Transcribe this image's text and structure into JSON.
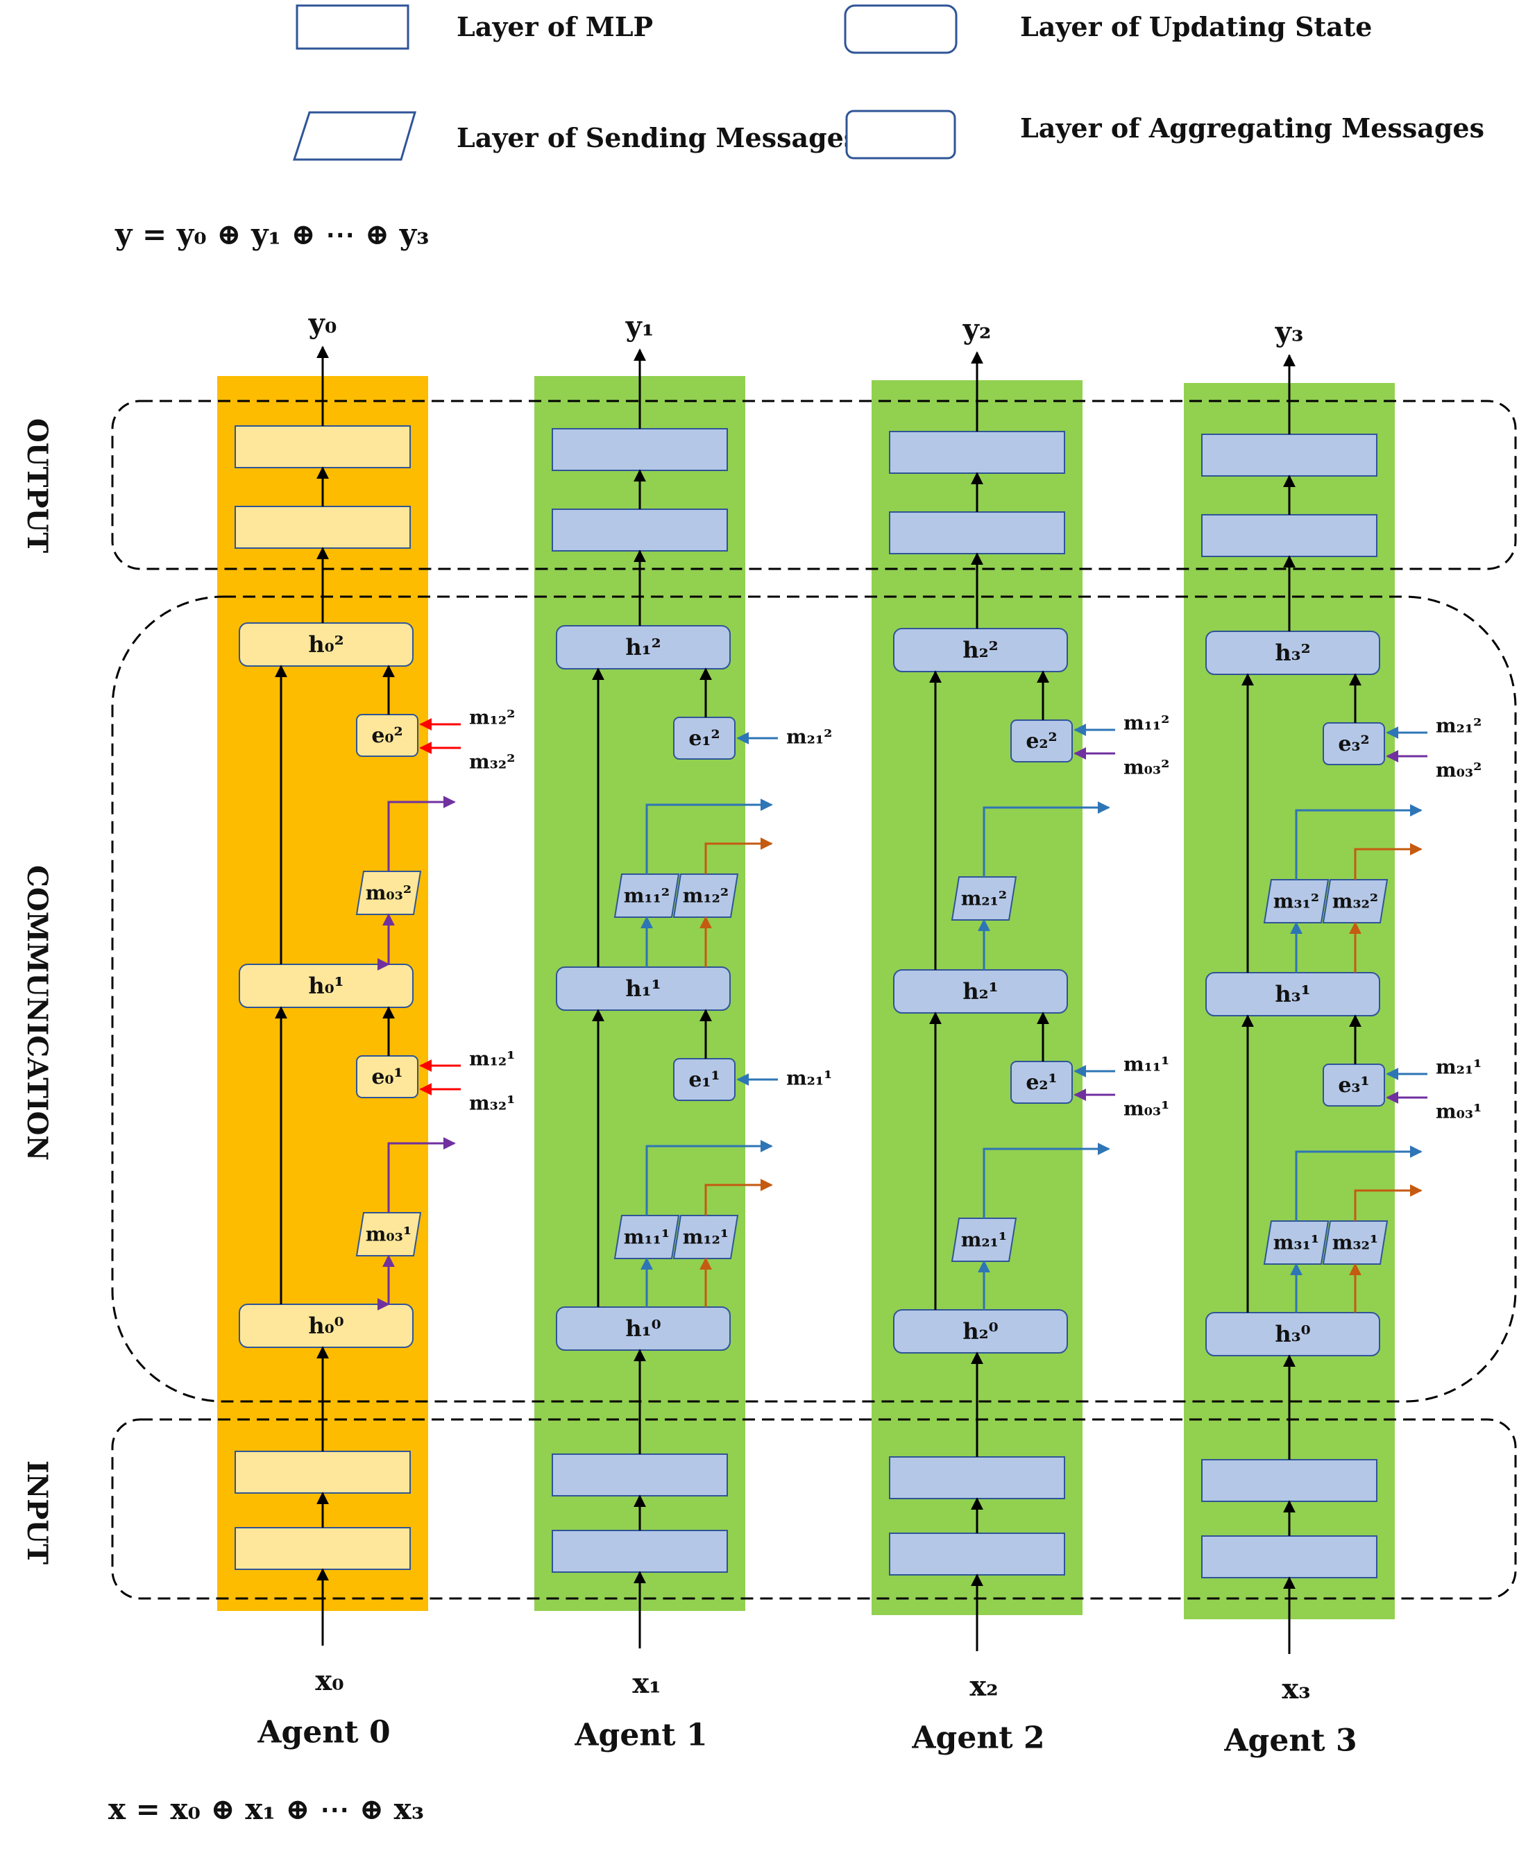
{
  "legend": {
    "mlp": "Layer of MLP",
    "update": "Layer of Updating State",
    "send": "Layer of Sending Messages",
    "aggregate": "Layer of Aggregating Messages"
  },
  "equations": {
    "y": "y = y₀ ⊕ y₁ ⊕ ⋯ ⊕ y₃",
    "x": "x = x₀ ⊕ x₁ ⊕ ⋯ ⊕ x₃"
  },
  "sections": {
    "output": "OUTPUT",
    "communication": "COMMUNICATION",
    "input": "INPUT"
  },
  "colors": {
    "agent0_bg": "#FDBC00",
    "agent0_box": "#FEE79A",
    "other_bg": "#92D050",
    "other_box": "#B4C7E7",
    "box_border": "#2F5597",
    "red_arrow": "#FF0000",
    "blue_arrow": "#2E75B6",
    "purple_arrow": "#7030A0",
    "orange_arrow": "#C55A11"
  },
  "agents": [
    {
      "name": "Agent 0",
      "input": "x₀",
      "output": "y₀",
      "h": [
        "h₀⁰",
        "h₀¹",
        "h₀²"
      ],
      "e": [
        "e₀¹",
        "e₀²"
      ],
      "send": [
        [
          "m₀₃¹"
        ],
        [
          "m₀₃²"
        ]
      ],
      "recv": [
        [
          "m₁₂¹",
          "m₃₂¹"
        ],
        [
          "m₁₂²",
          "m₃₂²"
        ]
      ]
    },
    {
      "name": "Agent 1",
      "input": "x₁",
      "output": "y₁",
      "h": [
        "h₁⁰",
        "h₁¹",
        "h₁²"
      ],
      "e": [
        "e₁¹",
        "e₁²"
      ],
      "send": [
        [
          "m₁₁¹",
          "m₁₂¹"
        ],
        [
          "m₁₁²",
          "m₁₂²"
        ]
      ],
      "recv": [
        [
          "m₂₁¹"
        ],
        [
          "m₂₁²"
        ]
      ]
    },
    {
      "name": "Agent 2",
      "input": "x₂",
      "output": "y₂",
      "h": [
        "h₂⁰",
        "h₂¹",
        "h₂²"
      ],
      "e": [
        "e₂¹",
        "e₂²"
      ],
      "send": [
        [
          "m₂₁¹"
        ],
        [
          "m₂₁²"
        ]
      ],
      "recv": [
        [
          "m₁₁¹",
          "m₀₃¹"
        ],
        [
          "m₁₁²",
          "m₀₃²"
        ]
      ]
    },
    {
      "name": "Agent 3",
      "input": "x₃",
      "output": "y₃",
      "h": [
        "h₃⁰",
        "h₃¹",
        "h₃²"
      ],
      "e": [
        "e₃¹",
        "e₃²"
      ],
      "send": [
        [
          "m₃₁¹",
          "m₃₂¹"
        ],
        [
          "m₃₁²",
          "m₃₂²"
        ]
      ],
      "recv": [
        [
          "m₂₁¹",
          "m₀₃¹"
        ],
        [
          "m₂₁²",
          "m₀₃²"
        ]
      ]
    }
  ]
}
